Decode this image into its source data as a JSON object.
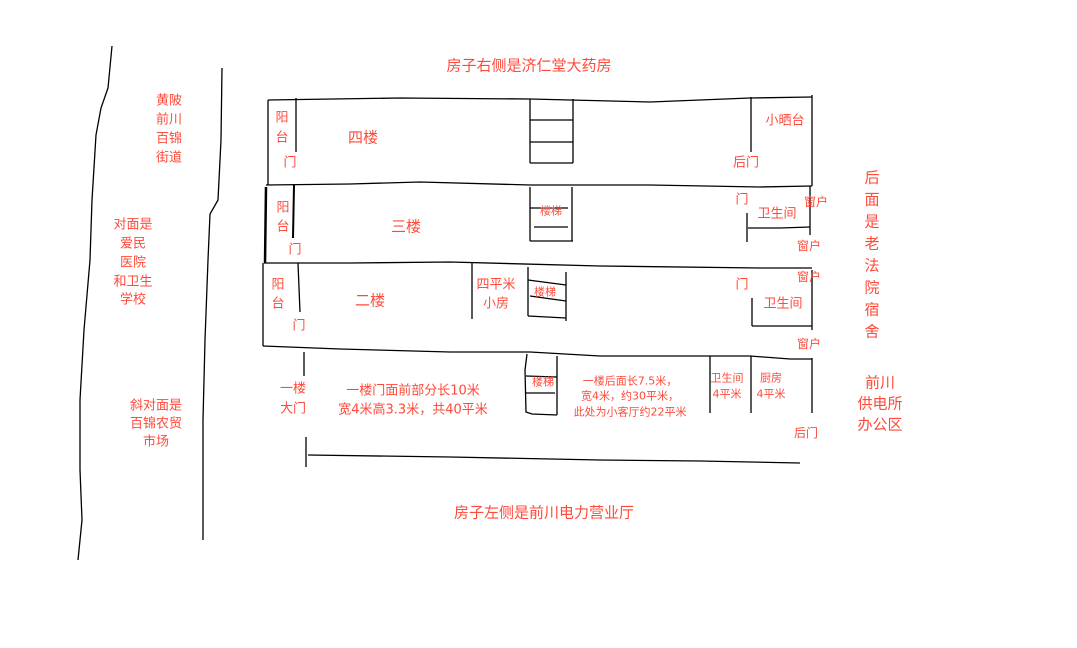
{
  "colors": {
    "label": "#ff4a3a",
    "line": "#000000"
  },
  "top_note": "房子右侧是济仁堂大药房",
  "bottom_note": "房子左侧是前川电力营业厅",
  "left": {
    "street": [
      "黄陂",
      "前川",
      "百锦",
      "街道"
    ],
    "opposite": [
      "对面是",
      "爱民",
      "医院",
      "和卫生",
      "学校"
    ],
    "diagonal": [
      "斜对面是",
      "百锦农贸",
      "市场"
    ]
  },
  "right": {
    "behind": [
      "后",
      "面",
      "是",
      "老",
      "法",
      "院",
      "宿",
      "舍"
    ],
    "power": [
      "前川",
      "供电所",
      "办公区"
    ]
  },
  "floor4": {
    "name": "四楼",
    "balcony": [
      "阳",
      "台"
    ],
    "door": "门",
    "small_terrace": "小晒台",
    "back_door": "后门"
  },
  "floor3": {
    "name": "三楼",
    "balcony": [
      "阳",
      "台"
    ],
    "door": "门",
    "stairs": "楼梯",
    "bath_door": "门",
    "bathroom": "卫生间",
    "window1": "窗户",
    "window2": "窗户"
  },
  "floor2": {
    "name": "二楼",
    "balcony": [
      "阳",
      "台"
    ],
    "door": "门",
    "small_room": [
      "四平米",
      "小房"
    ],
    "stairs": "楼梯",
    "bath_door": "门",
    "bathroom": "卫生间",
    "window1": "窗户",
    "window2": "窗户"
  },
  "floor1": {
    "main_door": [
      "一楼",
      "大门"
    ],
    "front_desc": [
      "一楼门面前部分长10米",
      "宽4米高3.3米，共40平米"
    ],
    "stairs": "楼梯",
    "back_desc": [
      "一楼后面长7.5米，",
      "宽4米，约30平米，",
      "此处为小客厅约22平米"
    ],
    "bathroom": [
      "卫生间",
      "4平米"
    ],
    "kitchen": [
      "厨房",
      "4平米"
    ],
    "back_door": "后门"
  }
}
